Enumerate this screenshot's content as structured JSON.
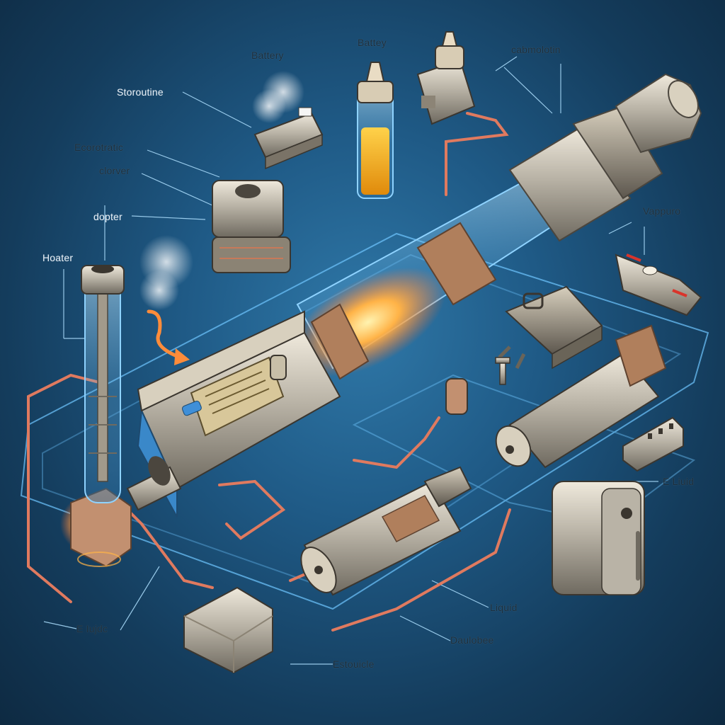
{
  "labels": {
    "battery": "Battery",
    "battery_top": "Battey",
    "cabmolation": "cabmolotin",
    "storoutine": "Storoutine",
    "ecoorotratic": "Ecorotratic",
    "clorver": "clorver",
    "dopter": "dopter",
    "hoater": "Hoater",
    "vappuro": "Vappuro",
    "eliquid_right": "E Liuid",
    "eliquid_left": "E Iujdc",
    "liquid": "Liquid",
    "daulobee": "Daulobee",
    "estouicle": "Estouicle"
  },
  "colors": {
    "background": "#1f5a86",
    "leader_line": "#9fd3ff",
    "wire": "#e07a5f",
    "metal": "#b9b3a6",
    "glow": "#ffb347",
    "liquid": "#f2b21b"
  },
  "icons": [
    "battery-icon",
    "vaporizer-device-icon",
    "e-liquid-bottle-icon",
    "connector-icon",
    "atomizer-icon",
    "heater-coil-icon",
    "cartridge-icon",
    "mouthpiece-icon"
  ]
}
